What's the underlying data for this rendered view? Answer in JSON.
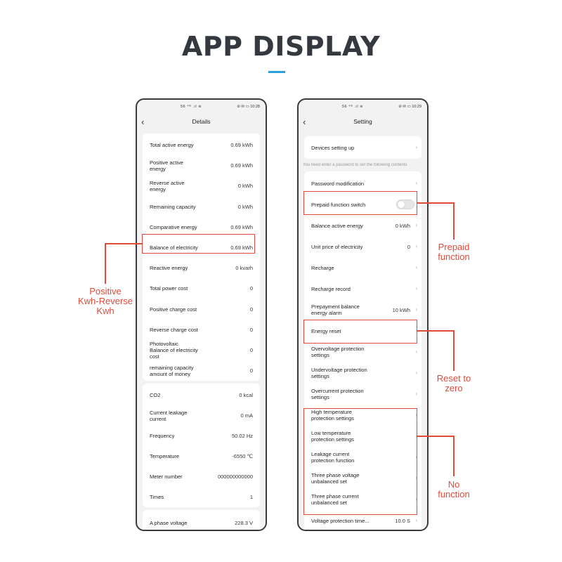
{
  "page": {
    "headline": "APP DISPLAY",
    "accent_color": "#2a9fd8",
    "annotation_color": "#e04b3a"
  },
  "left_phone": {
    "status": {
      "left": "56 ⁴ᴳ .ıl ≋",
      "right": "⊘ ✉ ▭ 10:28"
    },
    "title": "Details",
    "back_icon": "chevron-left-icon",
    "card1": [
      {
        "label": "Total active energy",
        "value": "0.69 kWh"
      },
      {
        "label": "Positive active\nenergy",
        "value": "0.69 kWh"
      },
      {
        "label": "Reverse active\nenergy",
        "value": "0 kWh"
      },
      {
        "label": "Remaining capacity",
        "value": "0 kWh"
      },
      {
        "label": "Comparative energy",
        "value": "0.69 kWh"
      },
      {
        "label": "Balance of electricity",
        "value": "0.69 kWh"
      },
      {
        "label": "Reactive energy",
        "value": "0 kvarh"
      },
      {
        "label": "Total power cost",
        "value": "0"
      },
      {
        "label": "Positive charge cost",
        "value": "0"
      },
      {
        "label": "Reverse charge cost",
        "value": "0"
      },
      {
        "label": "Photovoltaic\nBalance of electricity\ncost",
        "value": "0"
      },
      {
        "label": "remaining capacity\namount of money",
        "value": "0"
      }
    ],
    "card2": [
      {
        "label": "CO2",
        "value": "0 kcal"
      },
      {
        "label": "Current leakage\ncurrent",
        "value": "0 mA"
      },
      {
        "label": "Frequency",
        "value": "50.02 Hz"
      },
      {
        "label": "Temperature",
        "value": "-6550 ℃"
      },
      {
        "label": "Meter number",
        "value": "000000000000"
      },
      {
        "label": "Times",
        "value": "1"
      }
    ],
    "card3": [
      {
        "label": "A phase voltage",
        "value": "228.3 V"
      }
    ]
  },
  "right_phone": {
    "status": {
      "left": "56 ⁴ᴳ .ıl ≋",
      "right": "⊘ ✉ ▭ 10:29"
    },
    "title": "Setting",
    "back_icon": "chevron-left-icon",
    "devices_setting": "Devices setting up",
    "password_note": "You need enter a password to set the following contents",
    "items": [
      {
        "label": "Password modification",
        "value": ""
      },
      {
        "label": "Prepaid function switch",
        "value": "",
        "toggle": "off"
      },
      {
        "label": "Balance active energy",
        "value": "0 kWh"
      },
      {
        "label": "Unit price of electricity",
        "value": "0"
      },
      {
        "label": "Recharge",
        "value": ""
      },
      {
        "label": "Recharge record",
        "value": ""
      },
      {
        "label": "Prepayment balance\nenergy alarm",
        "value": "10 kWh"
      },
      {
        "label": "Energy reset",
        "value": ""
      },
      {
        "label": "Overvoltage protection\nsettings",
        "value": ""
      },
      {
        "label": "Undervoltage protection\nsettings",
        "value": ""
      },
      {
        "label": "Overcurrent protection\nsettings",
        "value": ""
      },
      {
        "label": "High temperature\nprotection settings",
        "value": ""
      },
      {
        "label": "Low temperature\nprotection settings",
        "value": ""
      },
      {
        "label": "Leakage current\nprotection function",
        "value": ""
      },
      {
        "label": "Three phase voltage\nunbalanced set",
        "value": ""
      },
      {
        "label": "Three phase current\nunbalanced set",
        "value": ""
      },
      {
        "label": "Voltage protection time...",
        "value": "10.0 S"
      }
    ]
  },
  "callouts": {
    "positive": "Positive\nKwh-Reverse\nKwh",
    "prepaid": "Prepaid\nfunction",
    "reset": "Reset to\nzero",
    "nofunc": "No\nfunction"
  }
}
